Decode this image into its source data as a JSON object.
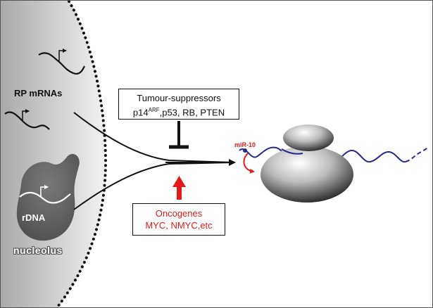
{
  "labels": {
    "rp_mrnas": "RP mRNAs",
    "rdna": "rDNA",
    "nucleolus": "nucleolus",
    "mir": "miR-10"
  },
  "tumour_suppressors": {
    "title": "Tumour-suppressors",
    "p14": "p14",
    "p14_superscript": "ARF",
    "rest": ",p53, RB, PTEN"
  },
  "oncogenes": {
    "title": "Oncogenes",
    "list": "MYC, NMYC,etc"
  },
  "colors": {
    "nucleus_dark": "#a9a9a9",
    "nucleus_light": "#f2f2f2",
    "nucleolus_fill": "#5e5e5e",
    "activate_red": "#e31a1a",
    "mrna_blue": "#1f2a8c",
    "ink": "#111111"
  },
  "icons": {
    "inhibit": "t-bar-inhibition-icon",
    "activate": "red-up-arrow-icon",
    "transcription": "bent-arrow-icon"
  }
}
